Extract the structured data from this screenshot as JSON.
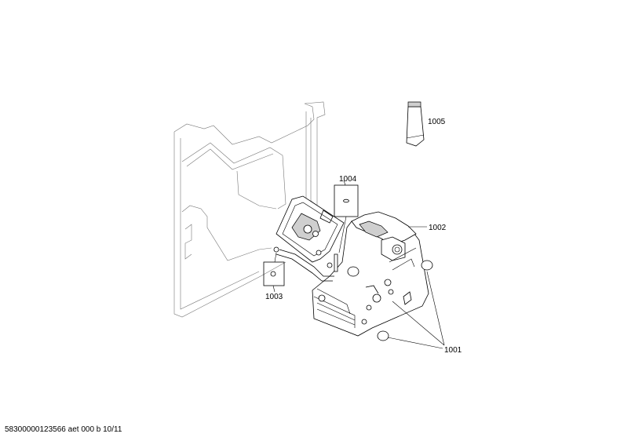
{
  "diagram": {
    "callouts": [
      {
        "id": "1001",
        "text": "1001"
      },
      {
        "id": "1002",
        "text": "1002"
      },
      {
        "id": "1003",
        "text": "1003"
      },
      {
        "id": "1004",
        "text": "1004"
      },
      {
        "id": "1005",
        "text": "1005"
      }
    ],
    "footer": "58300000123566 aet 000 b 10/11"
  }
}
